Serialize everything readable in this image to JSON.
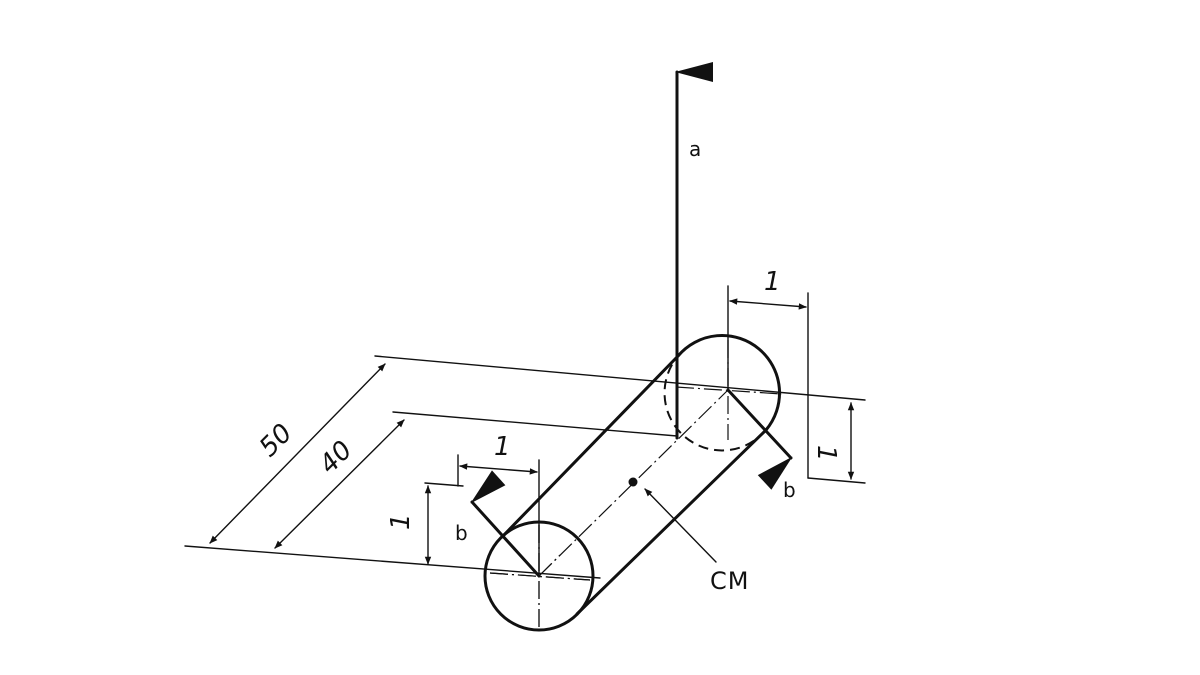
{
  "labels": {
    "vector_a": "a",
    "vector_b_front": "b",
    "vector_b_back": "b",
    "center_of_mass": "CM"
  },
  "dimensions": {
    "length_outer": "50",
    "length_inner": "40",
    "offset_top": "1",
    "offset_front_horizontal": "1",
    "offset_front_vertical": "1",
    "offset_back_vertical": "1"
  }
}
